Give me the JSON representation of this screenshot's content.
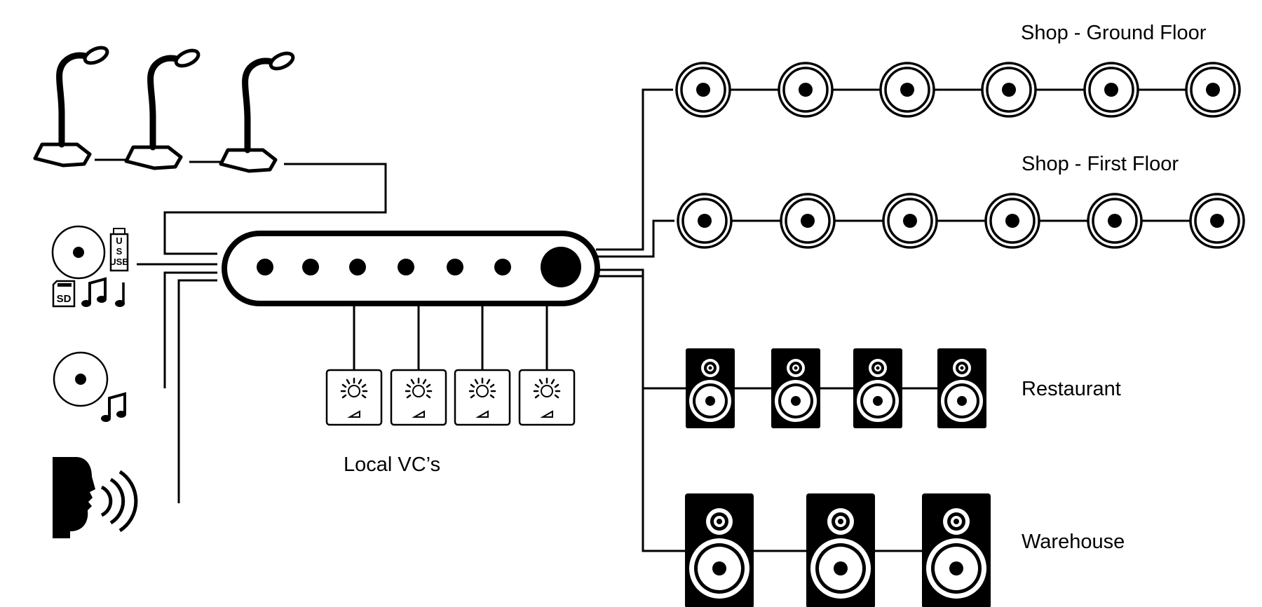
{
  "zones": {
    "shop_ground_floor": {
      "label": "Shop - Ground Floor",
      "speaker_count": 6,
      "speaker_type": "ceiling-speaker"
    },
    "shop_first_floor": {
      "label": "Shop - First Floor",
      "speaker_count": 6,
      "speaker_type": "ceiling-speaker"
    },
    "restaurant": {
      "label": "Restaurant",
      "speaker_count": 4,
      "speaker_type": "box-speaker"
    },
    "warehouse": {
      "label": "Warehouse",
      "speaker_count": 3,
      "speaker_type": "large-box-speaker"
    }
  },
  "local_vcs": {
    "label": "Local VC’s",
    "count": 4
  },
  "sources": {
    "paging_microphones": 3,
    "media_player": {
      "usb_label": "USB",
      "sd_label": "SD"
    },
    "background_music_cd": true,
    "voice_announcement": true
  },
  "amplifier": {
    "indicator_leds": 6,
    "main_knob": 1
  },
  "colors": {
    "line": "#000000",
    "background": "#ffffff"
  }
}
